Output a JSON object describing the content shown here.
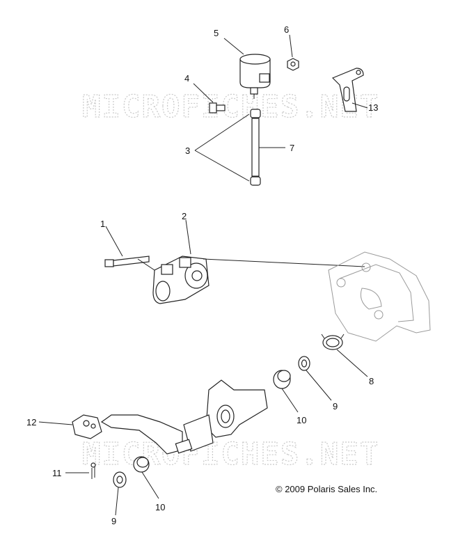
{
  "watermark": "MICROFICHES.NET",
  "copyright": "© 2009 Polaris Sales Inc.",
  "callouts": {
    "c1": "1",
    "c2": "2",
    "c3": "3",
    "c4": "4",
    "c5": "5",
    "c6": "6",
    "c7": "7",
    "c8": "8",
    "c9a": "9",
    "c9b": "9",
    "c10a": "10",
    "c10b": "10",
    "c11": "11",
    "c12": "12",
    "c13": "13"
  }
}
